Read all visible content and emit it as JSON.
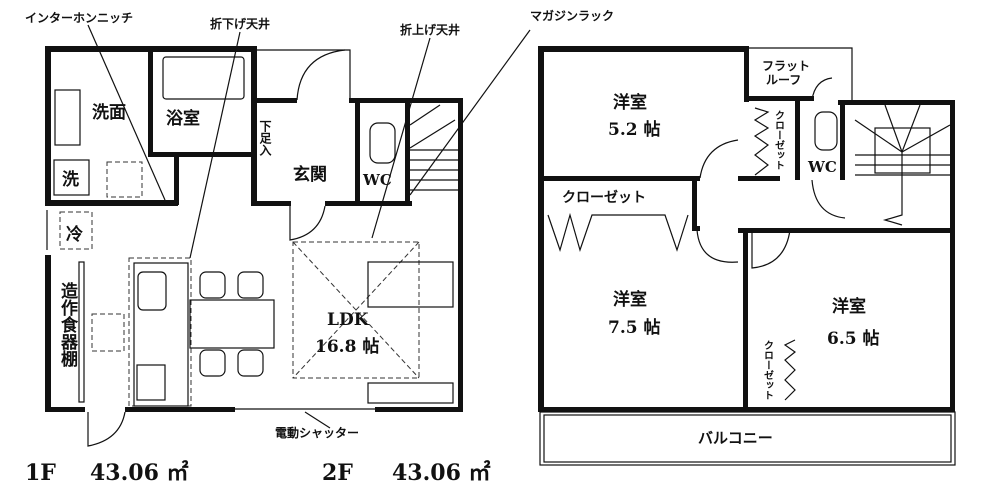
{
  "callouts": {
    "intercom_niche": "インターホンニッチ",
    "lowered_ceiling": "折下げ天井",
    "raised_ceiling": "折上げ天井",
    "magazine_rack": "マガジンラック",
    "electric_shutter": "電動シャッター"
  },
  "floor1": {
    "label": "1F",
    "area": "43.06 ㎡",
    "rooms": {
      "washroom": "洗面",
      "bathroom": "浴室",
      "washer": "洗",
      "fridge": "冷",
      "shoe_storage": "下足入",
      "entrance": "玄関",
      "wc": "WC",
      "cupboard": "造作食器棚",
      "ldk": "LDK",
      "ldk_size": "16.8 帖"
    }
  },
  "floor2": {
    "label": "2F",
    "area": "43.06 ㎡",
    "rooms": {
      "room1": "洋室",
      "room1_size": "5.2 帖",
      "flat_roof_1": "フラット",
      "flat_roof_2": "ルーフ",
      "closet_small": "クローゼット",
      "wc": "WC",
      "closet_large": "クローゼット",
      "room2": "洋室",
      "room2_size": "7.5 帖",
      "room3": "洋室",
      "room3_size": "6.5 帖",
      "closet_side": "クローゼット",
      "balcony": "バルコニー"
    }
  }
}
